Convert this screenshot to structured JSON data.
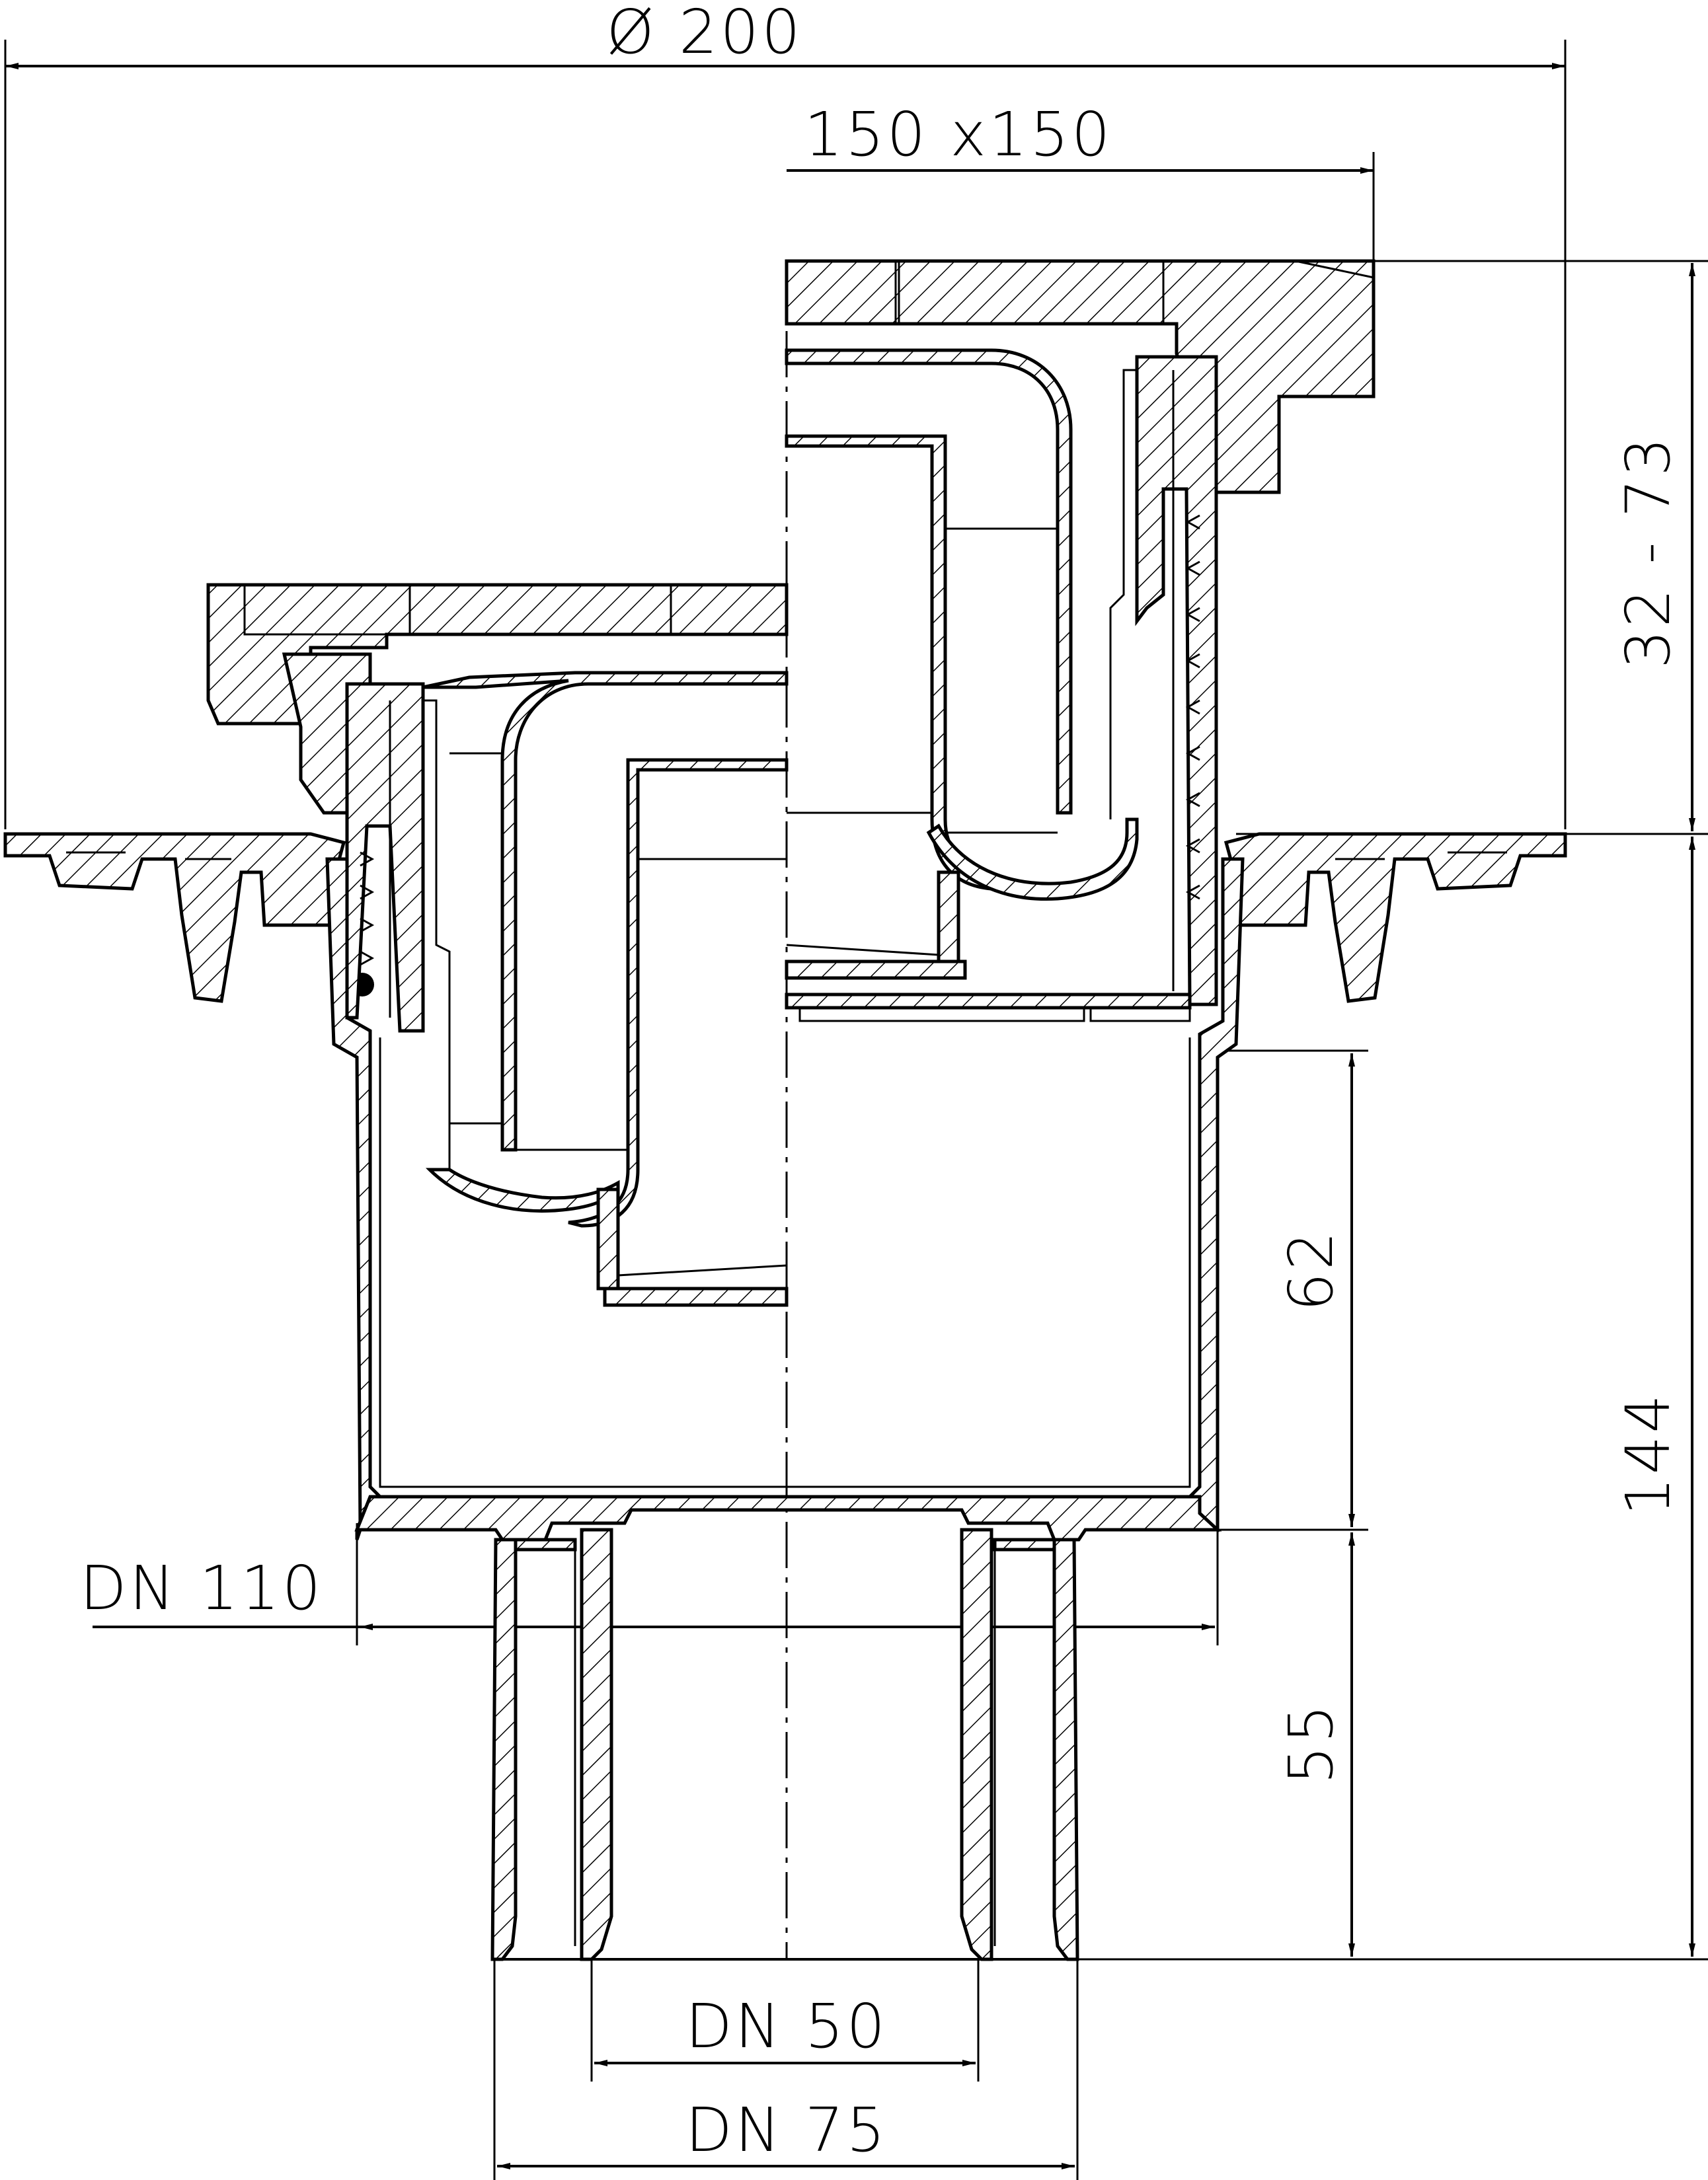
{
  "drawing": {
    "colors": {
      "line": "#000000",
      "background": "#ffffff"
    },
    "dimensions": {
      "overall_diameter": "Ø 200",
      "grate_size": "150 x150",
      "height_range": "32 - 73",
      "depth_upper": "62",
      "total_height": "144",
      "outlet_height": "55",
      "body_nominal": "DN 110",
      "outlet_inner": "DN 50",
      "outlet_outer": "DN 75"
    }
  }
}
